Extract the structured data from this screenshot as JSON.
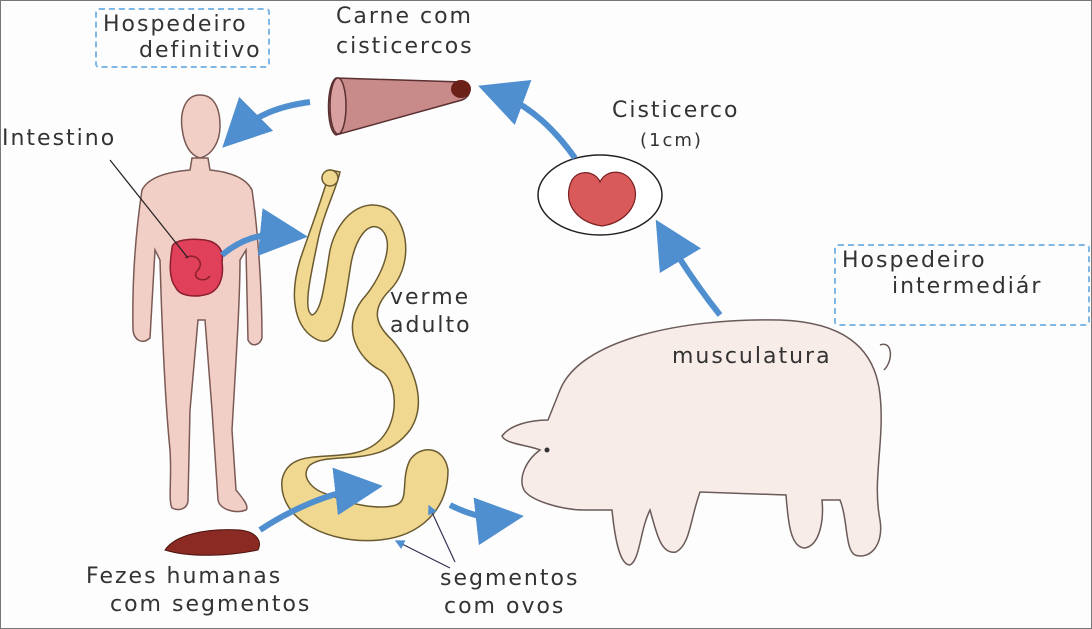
{
  "labels": {
    "definitive_host_line1": "Hospedeiro",
    "definitive_host_line2": "definitivo",
    "meat_line1": "Carne com",
    "meat_line2": "cisticercos",
    "cysticercus_line1": "Cisticerco",
    "cysticercus_line2": "(1cm)",
    "intestine": "Intestino",
    "adult_worm_line1": "verme",
    "adult_worm_line2": "adulto",
    "intermediate_host_line1": "Hospedeiro",
    "intermediate_host_line2": "intermediár",
    "musculature": "musculatura",
    "feces_line1": "Fezes humanas",
    "feces_line2": "com segmentos",
    "segments_line1": "segmentos",
    "segments_line2": "com ovos"
  },
  "colors": {
    "arrow": "#4f8fd0",
    "skin": "#f2cfc6",
    "intestine": "#e0405a",
    "worm": "#f0d890",
    "pig": "#f8ece8",
    "meat": "#c98a8a",
    "cyst": "#d85a5a",
    "feces": "#8b2a22",
    "box_border": "#7fb8e6"
  }
}
